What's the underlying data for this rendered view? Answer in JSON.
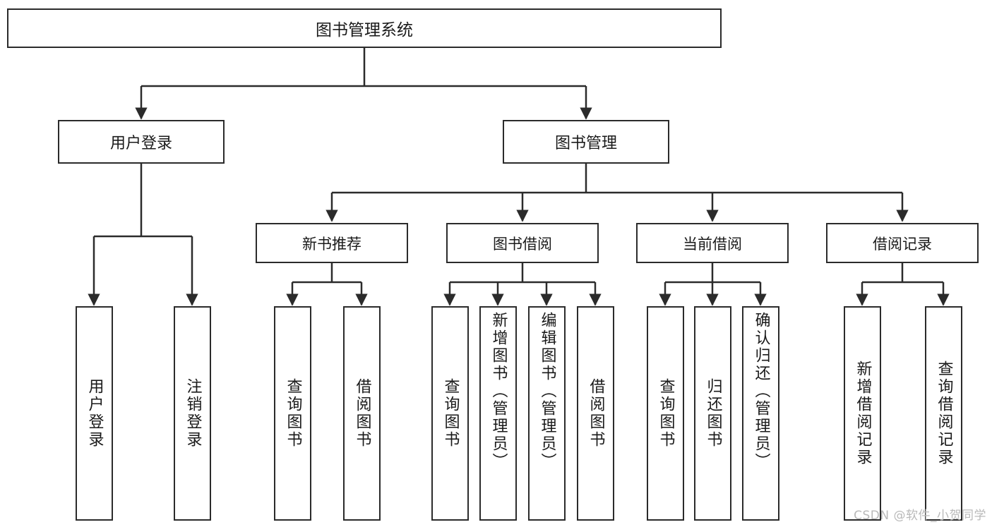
{
  "diagram": {
    "title": "图书管理系统",
    "type": "tree-hierarchy",
    "watermark": "CSDN @软件_小贺同学",
    "root": {
      "label": "图书管理系统"
    },
    "level2": [
      {
        "label": "用户登录"
      },
      {
        "label": "图书管理"
      }
    ],
    "level3": [
      {
        "label": "新书推荐"
      },
      {
        "label": "图书借阅"
      },
      {
        "label": "当前借阅"
      },
      {
        "label": "借阅记录"
      }
    ],
    "leaves": [
      {
        "label": "用户登录",
        "parent": "用户登录"
      },
      {
        "label": "注销登录",
        "parent": "用户登录"
      },
      {
        "label": "查询图书",
        "parent": "新书推荐"
      },
      {
        "label": "借阅图书",
        "parent": "新书推荐"
      },
      {
        "label": "查询图书",
        "parent": "图书借阅"
      },
      {
        "label": "新增图书（管理员）",
        "parent": "图书借阅"
      },
      {
        "label": "编辑图书（管理员）",
        "parent": "图书借阅"
      },
      {
        "label": "借阅图书",
        "parent": "图书借阅"
      },
      {
        "label": "查询图书",
        "parent": "当前借阅"
      },
      {
        "label": "归还图书",
        "parent": "当前借阅"
      },
      {
        "label": "确认归还（管理员）",
        "parent": "当前借阅"
      },
      {
        "label": "新增借阅记录",
        "parent": "借阅记录"
      },
      {
        "label": "查询借阅记录",
        "parent": "借阅记录"
      }
    ],
    "colors": {
      "stroke": "#2b2b2b",
      "fill": "#ffffff",
      "text": "#1a1a1a",
      "watermark": "#b9b9b9"
    }
  }
}
